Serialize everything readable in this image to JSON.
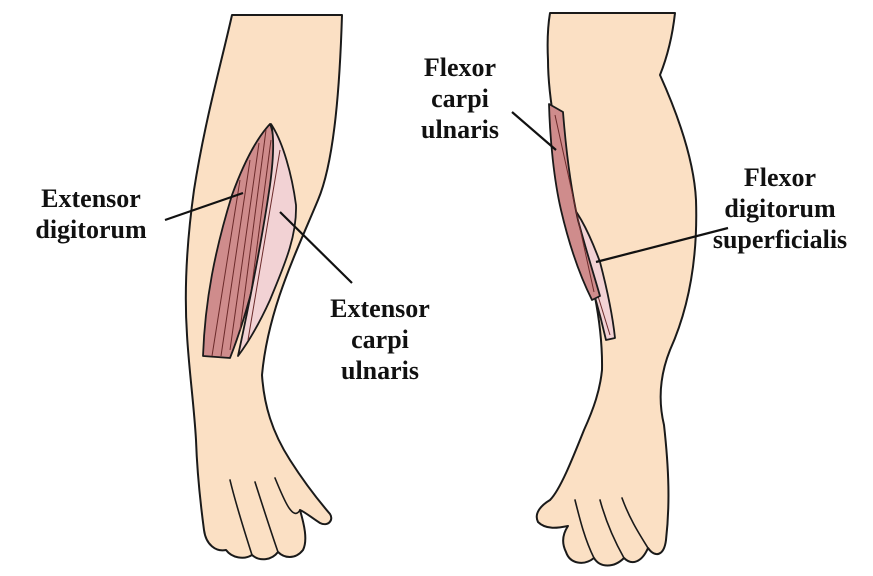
{
  "colors": {
    "skin": "#fbe0c4",
    "muscle_dark": "#cf8c8c",
    "muscle_light": "#f2d2d4",
    "outline": "#1a1a1a"
  },
  "labels": {
    "extensor_digitorum": [
      "Extensor",
      "digitorum"
    ],
    "extensor_carpi_ulnaris": [
      "Extensor",
      "carpi",
      "ulnaris"
    ],
    "flexor_carpi_ulnaris": [
      "Flexor",
      "carpi",
      "ulnaris"
    ],
    "flexor_digitorum_superficialis": [
      "Flexor",
      "digitorum",
      "superficialis"
    ]
  }
}
